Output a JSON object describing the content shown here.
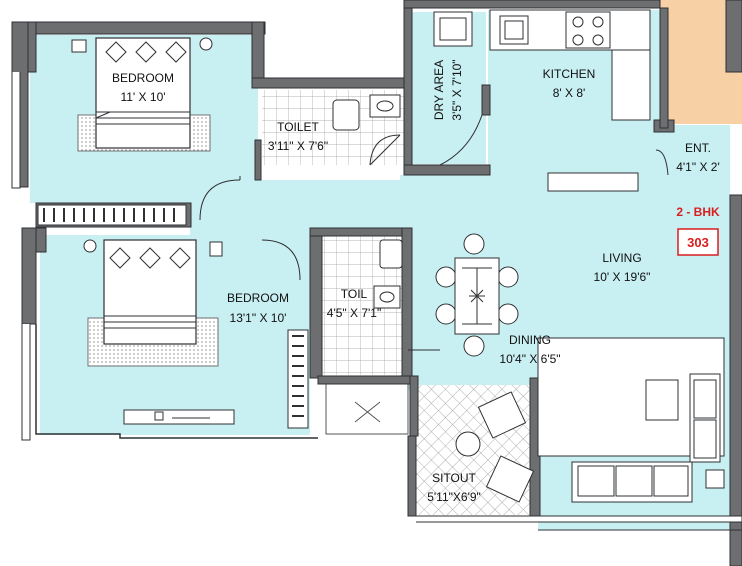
{
  "colors": {
    "floor": "#c8eff2",
    "wall": "#6d6e70",
    "wall_outline": "#2f3033",
    "outside_strip": "#f7d0a6",
    "tile": "#ffffff",
    "tile_grid": "#9c9c9c",
    "accent_red": "#d81e1e"
  },
  "unit": {
    "type": "2 - BHK",
    "number": "303"
  },
  "rooms": {
    "bedroom1": {
      "name": "BEDROOM",
      "size": "11' X 10'"
    },
    "bedroom2": {
      "name": "BEDROOM",
      "size": "13'1\" X 10'"
    },
    "toilet": {
      "name": "TOILET",
      "size": "3'11\" X 7'6\""
    },
    "toil": {
      "name": "TOIL",
      "size": "4'5\" X 7'1\""
    },
    "dry_area": {
      "name": "DRY AREA",
      "size": "3'5\" X 7'10\""
    },
    "kitchen": {
      "name": "KITCHEN",
      "size": "8' X 8'"
    },
    "ent": {
      "name": "ENT.",
      "size": "4'1\" X 2'"
    },
    "living": {
      "name": "LIVING",
      "size": "10' X 19'6\""
    },
    "dining": {
      "name": "DINING",
      "size": "10'4\" X 6'5\""
    },
    "sitout": {
      "name": "SITOUT",
      "size": "5'11\"X6'9\""
    }
  },
  "icons": [
    "bed-icon",
    "bed-icon",
    "wc-icon",
    "wc-icon",
    "washbasin-icon",
    "washbasin-icon",
    "sink-icon",
    "stove-icon",
    "dining-table-icon",
    "sofa-icon",
    "armchair-icon",
    "tv-unit-icon",
    "wardrobe-icon",
    "lamp-icon"
  ]
}
